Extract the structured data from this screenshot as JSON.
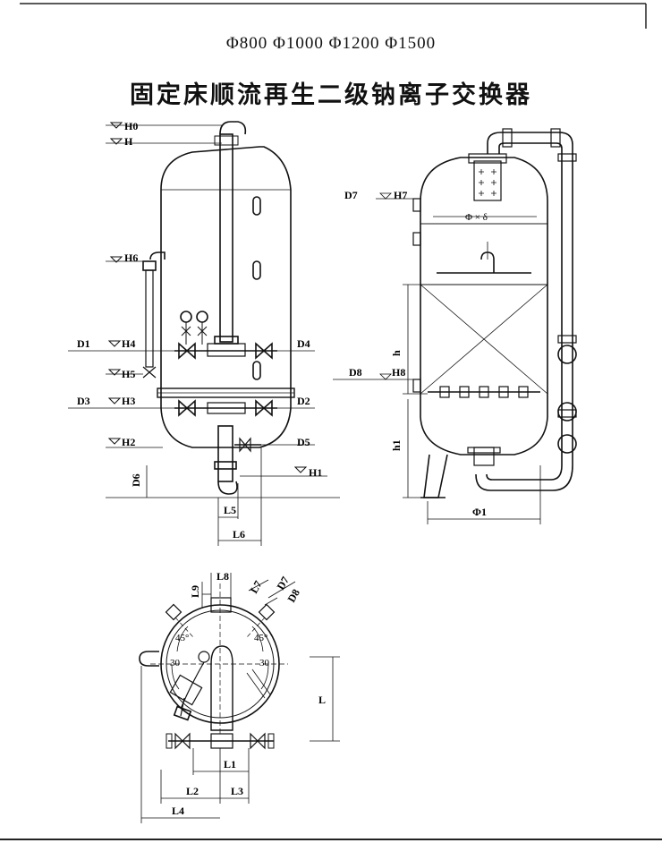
{
  "header": {
    "sizes": "Φ800  Φ1000  Φ1200  Φ1500",
    "title": "固定床顺流再生二级钠离子交换器"
  },
  "front_view": {
    "H0": "H0",
    "H": "H",
    "H6": "H6",
    "D1": "D1",
    "H4": "H4",
    "H5": "H5",
    "D4": "D4",
    "D3": "D3",
    "H3": "H3",
    "D2": "D2",
    "H2": "H2",
    "D5": "D5",
    "D6": "D6",
    "H1": "H1",
    "L5": "L5",
    "L6": "L6"
  },
  "side_view": {
    "D7": "D7",
    "H7": "H7",
    "D8": "D8",
    "H8": "H8",
    "phi_delta": "Φ × δ",
    "h": "h",
    "h1": "h1",
    "phi1": "Φ1"
  },
  "plan_view": {
    "L8": "L8",
    "L9": "L9",
    "L7": "L7",
    "D7": "D7",
    "D8": "D8",
    "a45_left": "45°",
    "a45_right": "45°",
    "a30_left": "30",
    "a30_right": "30",
    "L": "L",
    "L1": "L1",
    "L2": "L2",
    "L3": "L3",
    "L4": "L4"
  }
}
